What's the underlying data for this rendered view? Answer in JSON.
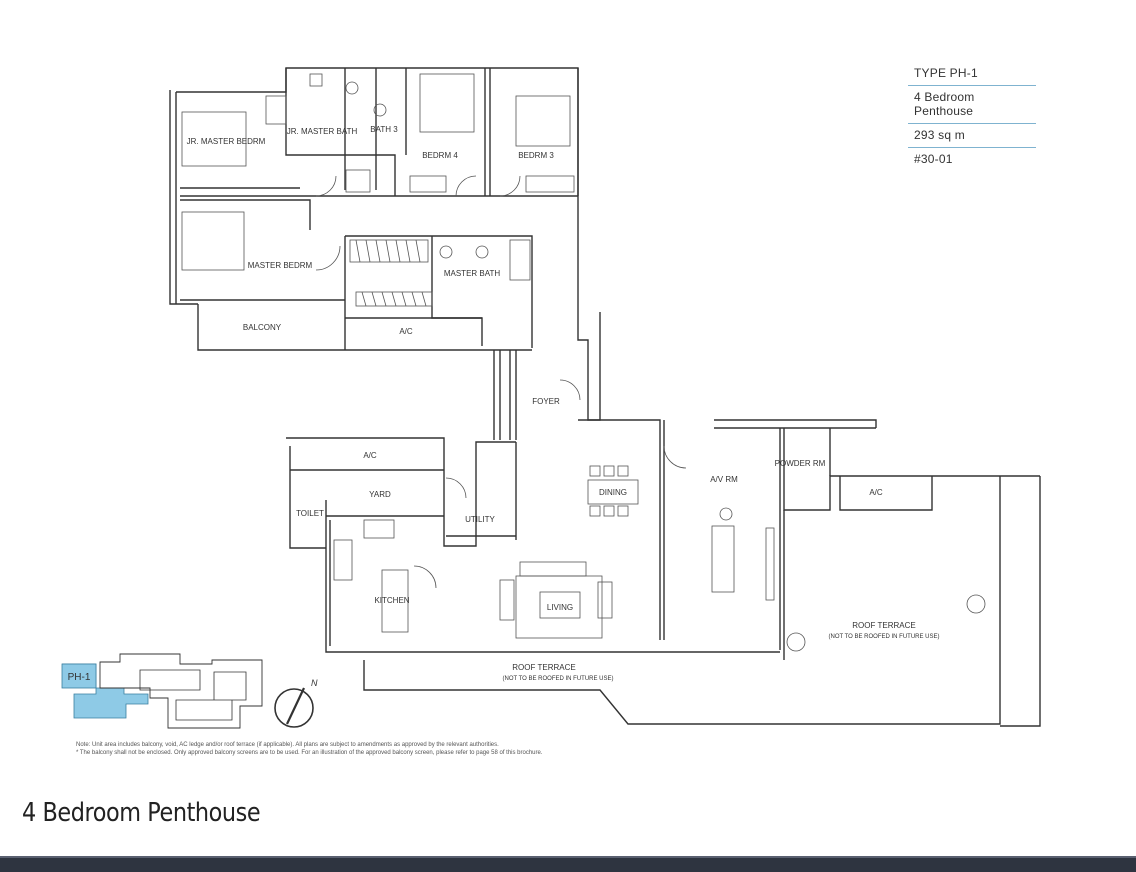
{
  "info": {
    "type": "TYPE PH-1",
    "bedrooms": "4 Bedroom Penthouse",
    "area": "293 sq m",
    "unit": "#30-01"
  },
  "rooms": {
    "jr_master_bedrm": "JR. MASTER BEDRM",
    "jr_master_bath": "JR. MASTER BATH",
    "bath3": "BATH 3",
    "bedrm4": "BEDRM 4",
    "bedrm3": "BEDRM 3",
    "master_bedrm": "MASTER BEDRM",
    "master_bath": "MASTER BATH",
    "balcony": "BALCONY",
    "ac_top": "A/C",
    "foyer": "FOYER",
    "ac_kitchen": "A/C",
    "yard": "YARD",
    "toilet": "TOILET",
    "utility": "UTILITY",
    "kitchen": "KITCHEN",
    "dining": "DINING",
    "living": "LIVING",
    "av_rm": "A/V RM",
    "powder_rm": "POWDER RM",
    "ac_right": "A/C",
    "roof_terrace_left": "ROOF TERRACE",
    "roof_terrace_left_note": "(NOT TO BE ROOFED IN FUTURE USE)",
    "roof_terrace_right": "ROOF TERRACE",
    "roof_terrace_right_note": "(NOT TO BE ROOFED IN FUTURE USE)"
  },
  "keyplan": {
    "label": "PH-1",
    "highlight_color": "#8ecae6"
  },
  "compass": {
    "label": "N"
  },
  "notes": {
    "line1": "Note: Unit area includes balcony, void, AC ledge and/or roof terrace (if applicable). All plans are subject to amendments as approved by the relevant authorities.",
    "line2": "* The balcony shall not be enclosed. Only approved balcony screens are to be used. For an illustration of the approved balcony screen, please refer to page 58 of this brochure."
  },
  "footer": {
    "title": "4 Bedroom Penthouse"
  },
  "colors": {
    "accent_line": "#7fb3d0",
    "wall": "#333333",
    "bar": "#2e3440"
  }
}
